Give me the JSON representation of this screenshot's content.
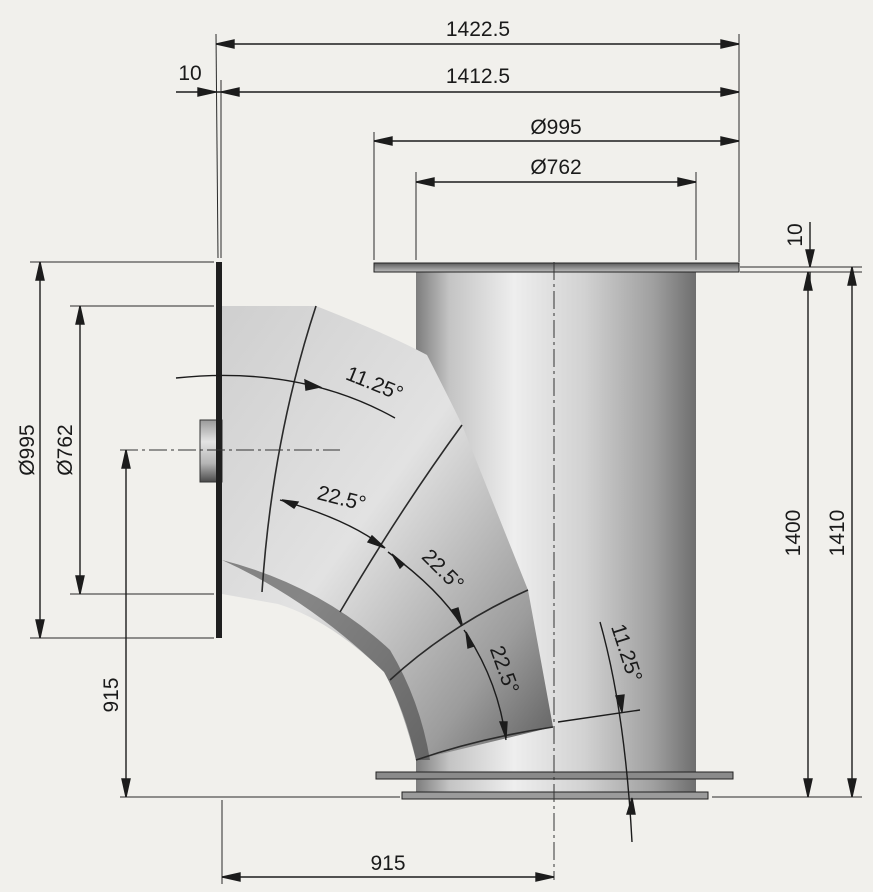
{
  "drawing": {
    "overall_width": "1422.5",
    "body_width": "1412.5",
    "flange_thickness_left": "10",
    "flange_thickness_top": "10",
    "top_flange_dia": "Ø995",
    "top_bore_dia": "Ø762",
    "side_flange_dia": "Ø995",
    "side_bore_dia": "Ø762",
    "height_inner": "1400",
    "height_total": "1410",
    "branch_height": "915",
    "branch_offset": "915",
    "angle_first": "11.25°",
    "angle_a": "22.5°",
    "angle_b": "22.5°",
    "angle_c": "22.5°",
    "angle_last": "11.25°"
  },
  "colors": {
    "paper": "#f1f0ec",
    "line": "#1c1c1c"
  }
}
